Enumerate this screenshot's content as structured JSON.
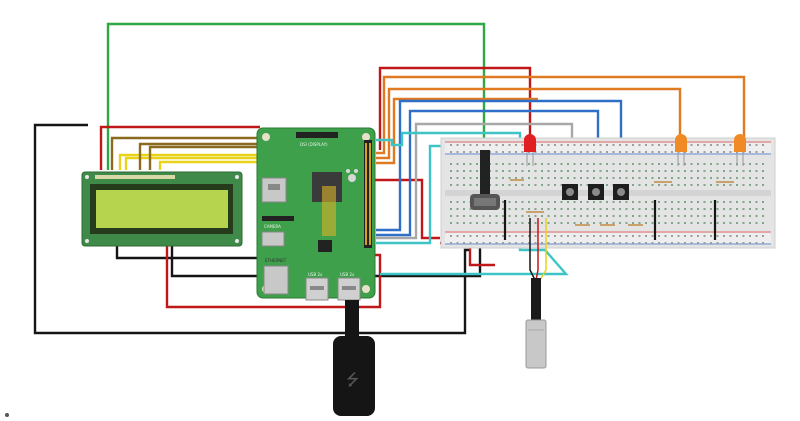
{
  "diagram": {
    "components": {
      "lcd": {
        "icon": "lcd-16x2-display"
      },
      "raspberry_pi": {
        "icon": "raspberry-pi-board",
        "labels": {
          "display_port": "DSI (DISPLAY)",
          "camera_port": "CAMERA",
          "ethernet": "ETHERNET",
          "usb_left": "USB 2x",
          "usb_right": "USB 2x"
        }
      },
      "breadboard": {
        "icon": "half-breadboard"
      },
      "potentiometer": {
        "icon": "potentiometer"
      },
      "push_buttons": {
        "icon": "push-button",
        "count": 3
      },
      "leds": {
        "icon": "led",
        "colors": [
          "#e02020",
          "#f08a24",
          "#f08a24"
        ]
      },
      "resistors": {
        "icon": "resistor",
        "count": 6
      },
      "temperature_probe": {
        "icon": "temperature-sensor-probe"
      },
      "usb_plug": {
        "icon": "usb-power-plug",
        "symbol": "⭍"
      }
    },
    "wire_colors": {
      "black": "#151515",
      "red": "#c01818",
      "green": "#2ea844",
      "orange": "#e07a22",
      "blue": "#2f6fc8",
      "cyan": "#3ec4c4",
      "yellow": "#e8d21a",
      "brown": "#8a6a1e",
      "gray": "#a8a8a8"
    }
  }
}
